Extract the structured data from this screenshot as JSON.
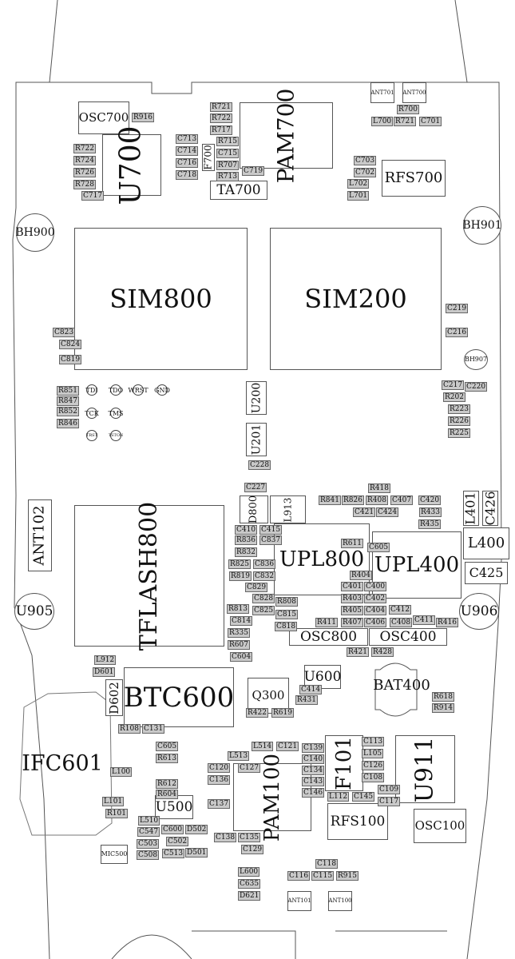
{
  "components": {
    "osc700": "OSC700",
    "u700": "U700",
    "pam700": "PAM700",
    "ta700": "TA700",
    "rfs700": "RFS700",
    "ant701": "ANT701",
    "ant700": "ANT700",
    "bh900": "BH900",
    "bh901": "BH901",
    "bh907": "BH907",
    "sim800": "SIM800",
    "sim200": "SIM200",
    "u200": "U200",
    "u201": "U201",
    "ant102": "ANT102",
    "tflash800": "TFLASH800",
    "upl800": "UPL800",
    "upl400": "UPL400",
    "l400": "L400",
    "c425": "C425",
    "u905": "U905",
    "u906": "U906",
    "osc800": "OSC800",
    "osc400": "OSC400",
    "btc600": "BTC600",
    "q300": "Q300",
    "u600": "U600",
    "bat400": "BAT400",
    "ifc601": "IFC601",
    "pam100": "PAM100",
    "f101": "F101",
    "u911": "U911",
    "rfs100": "RFS100",
    "osc100": "OSC100",
    "u500": "U500",
    "mic500": "MIC500",
    "ant101": "ANT101",
    "ant100": "ANT100",
    "d602": "D602",
    "l401": "L401",
    "c426": "C426",
    "d800": "D800",
    "l913": "L913",
    "f700": "F700"
  },
  "test_points": [
    "TDI",
    "TDO",
    "WRST",
    "GND",
    "TCK",
    "TMS",
    "TRST",
    "TSTON"
  ],
  "small_labels": [
    "R916",
    "C717",
    "R728",
    "R726",
    "R724",
    "R722",
    "C713",
    "C714",
    "C716",
    "C718",
    "R721",
    "R722",
    "R717",
    "R715",
    "C715",
    "R707",
    "R713",
    "C719",
    "C703",
    "C702",
    "L702",
    "L701",
    "L700",
    "R721",
    "R700",
    "C701",
    "C823",
    "C824",
    "C819",
    "R851",
    "R847",
    "R852",
    "R846",
    "C219",
    "C216",
    "C217",
    "R202",
    "C220",
    "R223",
    "R226",
    "R225",
    "C228",
    "C227",
    "R841",
    "R826",
    "R408",
    "R418",
    "C420",
    "R433",
    "R435",
    "C421",
    "C424",
    "C407",
    "C410",
    "C415",
    "R836",
    "C837",
    "R832",
    "C836",
    "R825",
    "C832",
    "R819",
    "C829",
    "C828",
    "C825",
    "R808",
    "C815",
    "C818",
    "R813",
    "C814",
    "R335",
    "R607",
    "C604",
    "D601",
    "R611",
    "C605",
    "R404",
    "C401",
    "C400",
    "R403",
    "C402",
    "R405",
    "C404",
    "R407",
    "C406",
    "R411",
    "C408",
    "R421",
    "C412",
    "C411",
    "R416",
    "R428",
    "C414",
    "R431",
    "R422",
    "R619",
    "R618",
    "R914",
    "L912",
    "R108",
    "C131",
    "C605",
    "R613",
    "R612",
    "R604",
    "L510",
    "C547",
    "C600",
    "C502",
    "C503",
    "C513",
    "D502",
    "C508",
    "D501",
    "L513",
    "L514",
    "C127",
    "C121",
    "C120",
    "C136",
    "C137",
    "C138",
    "C135",
    "C129",
    "C139",
    "C140",
    "C134",
    "C143",
    "C146",
    "L112",
    "C145",
    "C113",
    "L105",
    "C126",
    "C108",
    "C109",
    "C117",
    "C116",
    "C115",
    "C118",
    "R915",
    "L100",
    "R101",
    "L101",
    "C635",
    "L600",
    "D621"
  ]
}
